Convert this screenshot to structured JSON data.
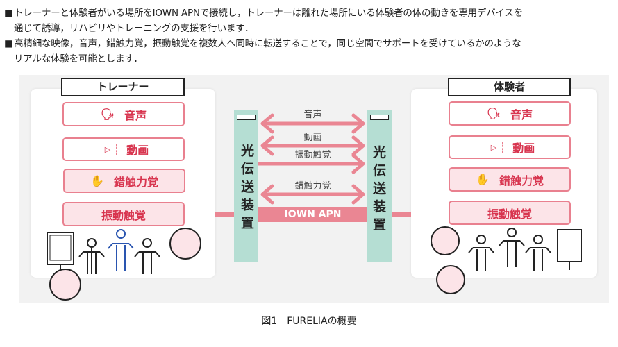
{
  "bullets": [
    {
      "lines": [
        "トレーナーと体験者がいる場所をIOWN APNで接続し，トレーナーは離れた場所にいる体験者の体の動きを専用デバイスを",
        "通じて誘導，リハビリやトレーニングの支援を行います．"
      ]
    },
    {
      "lines": [
        "高精細な映像，音声，錯触力覚，振動触覚を複数人へ同時に転送することで，同じ空間でサポートを受けているかのような",
        "リアルな体験を可能とします．"
      ]
    }
  ],
  "bullet_mark": "■",
  "left": {
    "title": "トレーナー",
    "items": [
      "音声",
      "動画",
      "錯触力覚",
      "振動触覚"
    ]
  },
  "right": {
    "title": "体験者",
    "items": [
      "音声",
      "動画",
      "錯触力覚",
      "振動触覚"
    ]
  },
  "device_label": "光伝送装置",
  "device_chars": [
    "光",
    "伝",
    "送",
    "装",
    "置"
  ],
  "arrows": [
    {
      "label": "音声",
      "direction": "both"
    },
    {
      "label": "動画",
      "direction": "both"
    },
    {
      "label": "振動触覚",
      "direction": "right"
    },
    {
      "label": "錯触力覚",
      "direction": "both"
    }
  ],
  "network": "IOWN APN",
  "caption": "図1　FURELIAの概要",
  "colors": {
    "accent": "#ea8693",
    "text_accent": "#d8354f",
    "device": "#b5ded3",
    "bg": "#f2f2f2"
  }
}
